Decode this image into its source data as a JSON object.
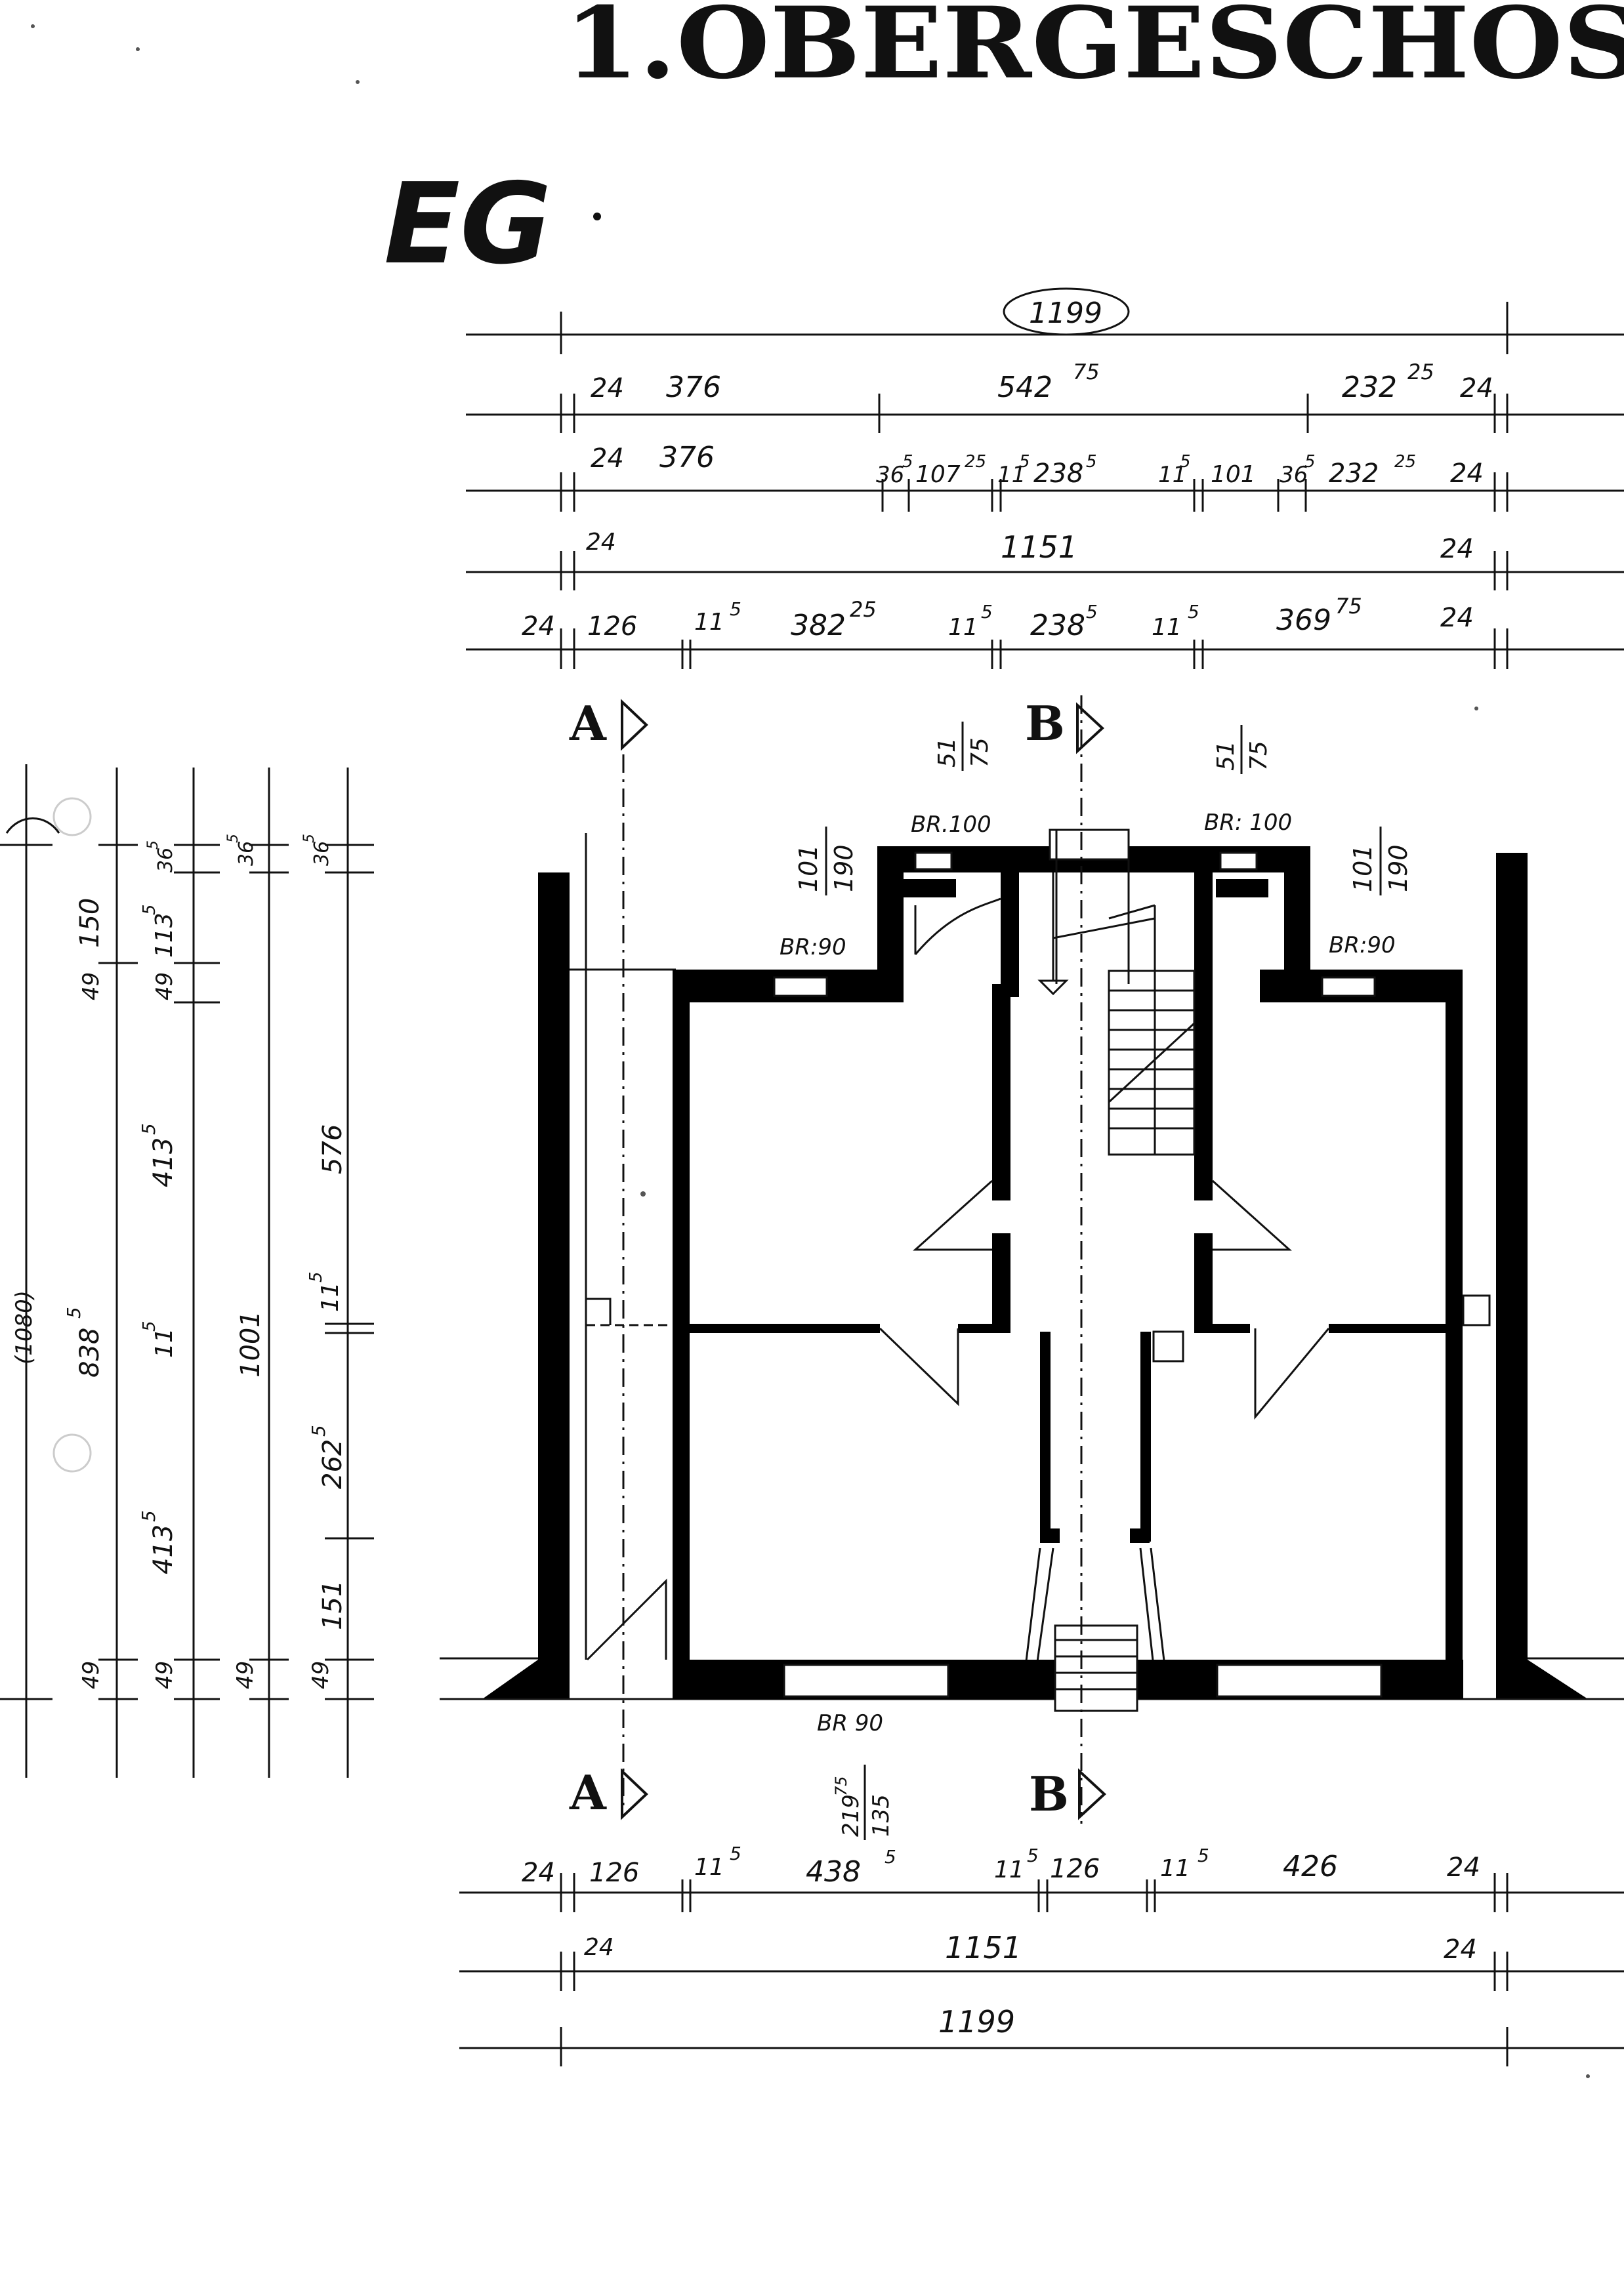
{
  "title": "1.OBERGESCHOS",
  "floor_mark": "EG",
  "dims_top": {
    "total": "1199",
    "row1": [
      "24",
      "376",
      "542",
      "75",
      "232",
      "25",
      "24"
    ],
    "row2": [
      "24",
      "376",
      "36",
      "5",
      "107",
      "25",
      "11",
      "5",
      "238",
      "5",
      "11",
      "5",
      "101",
      "36",
      "5",
      "232",
      "25",
      "24"
    ],
    "row3": [
      "24",
      "1151",
      "24"
    ],
    "row4": [
      "24",
      "126",
      "11",
      "5",
      "382",
      "25",
      "11",
      "5",
      "238",
      "5",
      "11",
      "5",
      "369",
      "75",
      "24"
    ]
  },
  "dims_bottom": {
    "row1": [
      "24",
      "126",
      "11",
      "5",
      "438",
      "5",
      "11",
      "5",
      "126",
      "11",
      "5",
      "426",
      "24"
    ],
    "row2": [
      "24",
      "1151",
      "24"
    ],
    "row3": "1199"
  },
  "dims_left": {
    "col1": [
      "(1080)"
    ],
    "col2": [
      "150",
      "49",
      "838",
      "5",
      "49"
    ],
    "col3": [
      "36",
      "5",
      "113",
      "5",
      "49",
      "413",
      "5",
      "11",
      "5",
      "413",
      "5",
      "49"
    ],
    "col4": [
      "36",
      "5",
      "1001",
      "49"
    ],
    "col5": [
      "36",
      "5",
      "576",
      "11",
      "5",
      "262",
      "5",
      "151",
      "49"
    ]
  },
  "section_marks": {
    "a": "A",
    "b": "B"
  },
  "fractions": {
    "top_left": [
      "51",
      "75"
    ],
    "top_right": [
      "51",
      "75"
    ],
    "win_left": [
      "101",
      "190"
    ],
    "win_right": [
      "101",
      "190"
    ],
    "bottom_center": [
      "219",
      "75",
      "135"
    ]
  },
  "window_labels": {
    "br100_left": "BR.100",
    "br100_right": "BR: 100",
    "br90_left": "BR:90",
    "br90_right": "BR:90",
    "br90_bottom": "BR 90"
  }
}
